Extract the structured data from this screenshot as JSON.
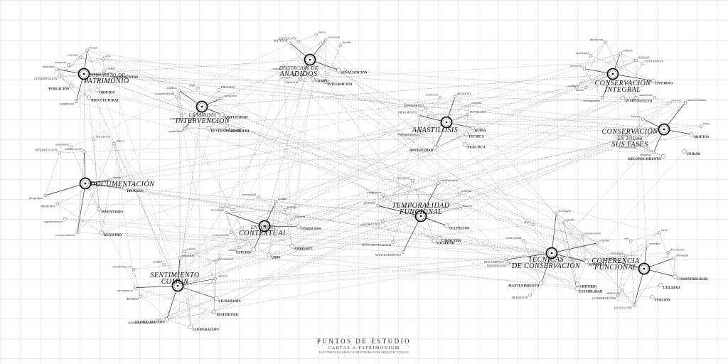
{
  "footer": {
    "title": "PUNTOS DE ESTUDIO",
    "subtitle": "CARTAS A PATRIMONIUM",
    "note": "DOCUMENTOS PARA LA RESTAURACIÓN ARQUITECTÓNICA"
  },
  "clusters": [
    {
      "id": "patrimonio",
      "title": [
        "CONCEPTO DE",
        "PATRIMONIO"
      ],
      "nodes": [
        {
          "t": "MONUMENTOS",
          "b": true
        },
        {
          "t": "OBJETOS",
          "b": true
        },
        {
          "t": "BIEN CULTURAL",
          "b": true
        },
        {
          "t": "EDIFICIO"
        },
        {
          "t": "POBLACIÓN",
          "b": true
        },
        {
          "t": "CONSERVACIÓN"
        },
        {
          "t": "identidad"
        },
        {
          "t": "memoria"
        },
        {
          "t": "conjunto"
        },
        {
          "t": "tiempo"
        },
        {
          "t": "arte"
        },
        {
          "t": "ciudad"
        }
      ]
    },
    {
      "id": "minima",
      "title": [
        "LA MÍNIMA",
        "INTERVENCIÓN"
      ],
      "nodes": [
        {
          "t": "SIMPLICIDAD",
          "b": true
        },
        {
          "t": "IDENTIDAD",
          "b": true
        },
        {
          "t": "REVERSIBILIDAD",
          "b": true
        },
        {
          "t": "estabilidad"
        },
        {
          "t": "respeto"
        },
        {
          "t": "compatibilidad"
        },
        {
          "t": "análisis"
        },
        {
          "t": "daño"
        },
        {
          "t": "PROCESO"
        },
        {
          "t": "estructura"
        }
      ]
    },
    {
      "id": "anadidos",
      "title": [
        "DISTINCIÓN DE",
        "AÑADIDOS"
      ],
      "nodes": [
        {
          "t": "SEÑALIZACIÓN",
          "b": true
        },
        {
          "t": "INTEGRACIÓN",
          "b": true
        },
        {
          "t": "TIEMPO",
          "b": true
        },
        {
          "t": "diferencia"
        },
        {
          "t": "armonía"
        },
        {
          "t": "original"
        },
        {
          "t": "MATERIAL"
        },
        {
          "t": "EVOLUCIÓN"
        },
        {
          "t": "nuevo"
        },
        {
          "t": "contraste"
        },
        {
          "t": "huella"
        }
      ]
    },
    {
      "id": "anastilosis",
      "title": [
        "ANASTILOSIS"
      ],
      "nodes": [
        {
          "t": "RUINA",
          "b": true
        },
        {
          "t": "TÉCNICA",
          "b": true
        },
        {
          "t": "PRÁCTICA",
          "b": true
        },
        {
          "t": "ANTIGÜEDAD",
          "b": true
        },
        {
          "t": "reconocimiento"
        },
        {
          "t": "recomposición"
        },
        {
          "t": "FRAGMENTO"
        },
        {
          "t": "DOCUMENTO"
        },
        {
          "t": "evidencia"
        },
        {
          "t": "RESPETO"
        },
        {
          "t": "original"
        },
        {
          "t": "autenticidad"
        }
      ]
    },
    {
      "id": "conservacion",
      "title": [
        "CONSERVACIÓN",
        "INTEGRAL"
      ],
      "nodes": [
        {
          "t": "ENTORNO",
          "b": true
        },
        {
          "t": "EFECTO",
          "b": true
        },
        {
          "t": "IN SITU",
          "b": true
        },
        {
          "t": "salvaguardia"
        },
        {
          "t": "medio"
        },
        {
          "t": "ecología"
        },
        {
          "t": "territorio"
        },
        {
          "t": "ambiental"
        },
        {
          "t": "alteración"
        },
        {
          "t": "simbolo"
        },
        {
          "t": "PAISAJE"
        },
        {
          "t": "CONCIENCIA"
        }
      ]
    },
    {
      "id": "fases",
      "title": [
        "CONSERVACIÓN",
        "EN TODAS",
        "SUS FASES"
      ],
      "nodes": [
        {
          "t": "OBJETOS",
          "b": true
        },
        {
          "t": "UNIDAD",
          "b": true
        },
        {
          "t": "RECONOCIMIENTO",
          "b": true
        },
        {
          "t": "limpieza"
        },
        {
          "t": "permanencia"
        },
        {
          "t": "consolidación"
        },
        {
          "t": "historia"
        },
        {
          "t": "anastilosis"
        },
        {
          "t": "proceso"
        },
        {
          "t": "mantenimiento"
        },
        {
          "t": "fases"
        }
      ]
    },
    {
      "id": "documentacion",
      "title": [
        "DOCUMENTACIÓN"
      ],
      "nodes": [
        {
          "t": "PROCESO",
          "b": true
        },
        {
          "t": "INVENTARIO",
          "b": true
        },
        {
          "t": "REGISTRO",
          "b": true
        },
        {
          "t": "reconocimiento"
        },
        {
          "t": "argumentación"
        },
        {
          "t": "MEMORIA"
        },
        {
          "t": "fotografías"
        },
        {
          "t": "INTERVENCIÓN"
        },
        {
          "t": "actualidad"
        },
        {
          "t": "conservación"
        },
        {
          "t": "inscripción"
        },
        {
          "t": "planos"
        },
        {
          "t": "diseño"
        }
      ]
    },
    {
      "id": "entorno",
      "title": [
        "ENTORNO",
        "CONTEXTUAL"
      ],
      "nodes": [
        {
          "t": "CONDICIÓN",
          "b": true
        },
        {
          "t": "AMBIENTE",
          "b": true
        },
        {
          "t": "URBE",
          "b": true
        },
        {
          "t": "ESTUDIO",
          "b": true
        },
        {
          "t": "ciudad"
        },
        {
          "t": "conservación"
        },
        {
          "t": "sociología"
        },
        {
          "t": "contexto"
        },
        {
          "t": "creatividad"
        },
        {
          "t": "unidad"
        },
        {
          "t": "paisaje"
        },
        {
          "t": "historia"
        }
      ]
    },
    {
      "id": "temporalidad",
      "title": [
        "TEMPORALIDAD",
        "FUNCIONAL"
      ],
      "nodes": [
        {
          "t": "OCUPACIÓN",
          "b": true
        },
        {
          "t": "CARÁCTER",
          "b": true
        },
        {
          "t": "SOCIEDAD",
          "b": true
        },
        {
          "t": "MANTENIMIENTO"
        },
        {
          "t": "MONUMENTALIDAD"
        },
        {
          "t": "EVOLUCIÓN"
        },
        {
          "t": "grandeza"
        },
        {
          "t": "integración"
        },
        {
          "t": "percepción"
        },
        {
          "t": "supervivencia"
        },
        {
          "t": "utilidad"
        },
        {
          "t": "historia"
        }
      ]
    },
    {
      "id": "sentimiento",
      "title": [
        "SENTIMIENTO",
        "COMÚN"
      ],
      "nodes": [
        {
          "t": "CIUDADANÍA",
          "b": true
        },
        {
          "t": "TESTIMONIO",
          "b": true
        },
        {
          "t": "COOPERACIÓN",
          "b": true
        },
        {
          "t": "GLOBALIZACIÓN",
          "b": true
        },
        {
          "t": "REPRESENTACIÓN"
        },
        {
          "t": "MUNDO"
        },
        {
          "t": "pertenencia"
        },
        {
          "t": "sensibilización"
        },
        {
          "t": "unidad"
        },
        {
          "t": "identidad"
        },
        {
          "t": "cultura"
        },
        {
          "t": "patrimonial"
        },
        {
          "t": "cultural"
        }
      ]
    },
    {
      "id": "tecnicas",
      "title": [
        "TÉCNICAS",
        "DE CONSERVACIÓN"
      ],
      "nodes": [
        {
          "t": "MATERIAL",
          "b": true
        },
        {
          "t": "CRITERIO",
          "b": true
        },
        {
          "t": "ESTABILIDAD",
          "b": true
        },
        {
          "t": "MANTENIMIENTO",
          "b": true
        },
        {
          "t": "TRADICIÓN"
        },
        {
          "t": "INNOVACIÓN"
        },
        {
          "t": "DOCUMENTO"
        },
        {
          "t": "modernidad"
        },
        {
          "t": "acero"
        },
        {
          "t": "hormigón"
        },
        {
          "t": "estudio"
        },
        {
          "t": "restauración"
        },
        {
          "t": "original"
        }
      ]
    },
    {
      "id": "coherencia",
      "title": [
        "COHERENCIA",
        "FUNCIONAL"
      ],
      "nodes": [
        {
          "t": "COMPATIBILIDAD",
          "b": true
        },
        {
          "t": "UTILIDAD",
          "b": true
        },
        {
          "t": "FUNCIÓN",
          "b": true
        },
        {
          "t": "EVOLUCIÓN"
        },
        {
          "t": "CONSERVACIÓN"
        },
        {
          "t": "adaptación"
        },
        {
          "t": "necesidad"
        },
        {
          "t": "sociología"
        },
        {
          "t": "uso"
        },
        {
          "t": "variedad"
        },
        {
          "t": "valor"
        },
        {
          "t": "devolución"
        },
        {
          "t": "identidad"
        }
      ]
    }
  ]
}
